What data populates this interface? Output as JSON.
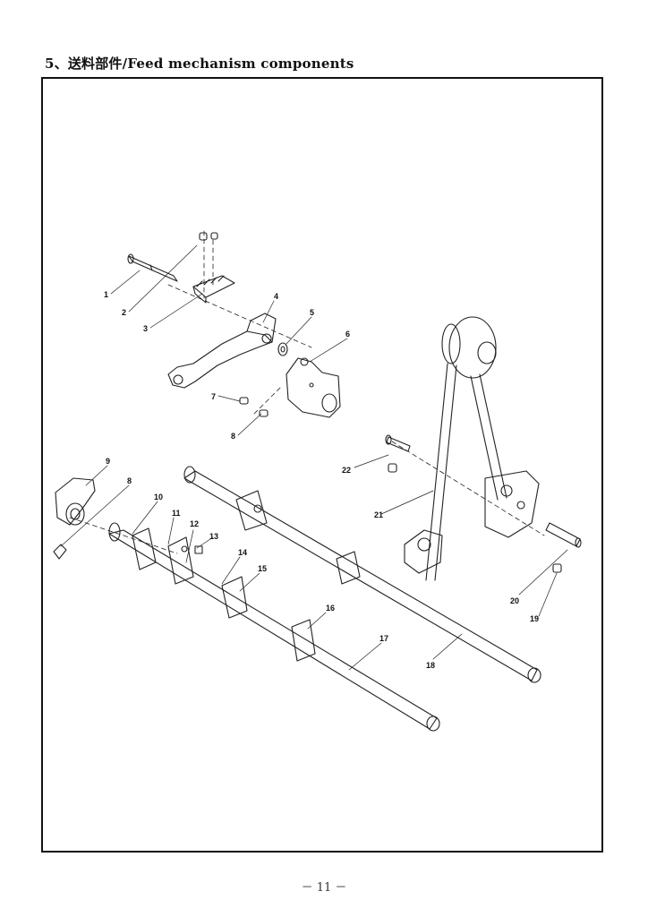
{
  "section": {
    "heading": "5、送料部件/Feed  mechanism  components"
  },
  "diagram": {
    "callouts": [
      "1",
      "2",
      "3",
      "4",
      "5",
      "6",
      "7",
      "8",
      "9",
      "8",
      "10",
      "11",
      "12",
      "13",
      "14",
      "15",
      "16",
      "17",
      "18",
      "19",
      "20",
      "21",
      "22"
    ]
  },
  "footer": {
    "page_number": "－ 11 －"
  }
}
